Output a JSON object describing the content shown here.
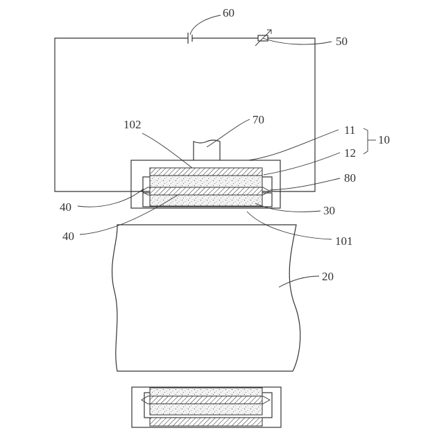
{
  "labels": {
    "battery": "60",
    "resistor": "50",
    "probe": "70",
    "upper_layer": "11",
    "lower_layer": "12",
    "assembly": "10",
    "top_face": "102",
    "seal": "80",
    "edge_left_upper": "40",
    "edge_left_lower": "40",
    "bottom_layer": "30",
    "bottom_face": "101",
    "base_body": "20"
  },
  "colors": {
    "line": "#333333",
    "background": "#ffffff"
  }
}
